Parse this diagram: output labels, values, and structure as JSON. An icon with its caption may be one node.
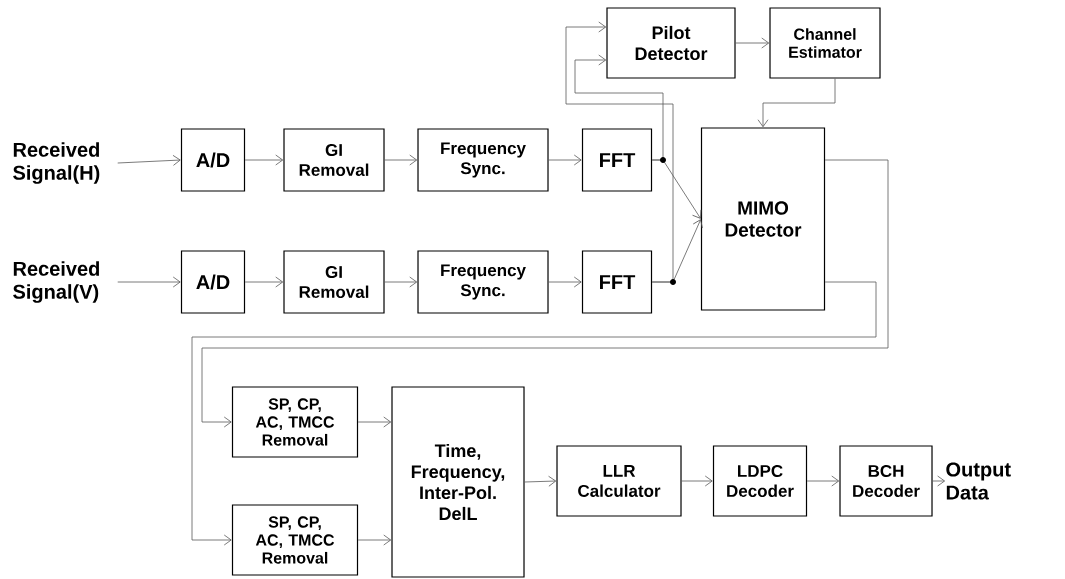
{
  "diagram": {
    "nodes": [
      {
        "text": [
          "Received Signal(H)"
        ]
      },
      {
        "text": [
          "A/D"
        ]
      },
      {
        "text": [
          "GI Removal"
        ]
      },
      {
        "text": [
          "Frequency Sync."
        ]
      },
      {
        "text": [
          "FFT"
        ]
      },
      {
        "text": [
          "Received Signal(V)"
        ]
      },
      {
        "text": [
          "A/D"
        ]
      },
      {
        "text": [
          "GI Removal"
        ]
      },
      {
        "text": [
          "Frequency Sync."
        ]
      },
      {
        "text": [
          "FFT"
        ]
      },
      {
        "text": [
          "Pilot Detector"
        ]
      },
      {
        "text": [
          "Channel Estimator"
        ]
      },
      {
        "text": [
          "MIMO Detector"
        ]
      },
      {
        "text": [
          "SP, CP, AC, TMCC Removal"
        ]
      },
      {
        "text": [
          "SP, CP, AC, TMCC Removal"
        ]
      },
      {
        "text": [
          "Time, Frequency, Inter-Pol. DelL"
        ]
      },
      {
        "text": [
          "LLR Calculator"
        ]
      },
      {
        "text": [
          "LDPC Decoder"
        ]
      },
      {
        "text": [
          "BCH Decoder"
        ]
      },
      {
        "text": [
          "Output Data"
        ]
      }
    ],
    "edges": [
      {
        "from": 0,
        "to": 1,
        "arrow": "to"
      },
      {
        "from": 1,
        "to": 2,
        "arrow": "to"
      },
      {
        "from": 2,
        "to": 3,
        "arrow": "to"
      },
      {
        "from": 3,
        "to": 4,
        "arrow": "to"
      },
      {
        "from": 4,
        "to": 12,
        "arrow": "to"
      },
      {
        "from": 4,
        "to": 10,
        "arrow": "to"
      },
      {
        "from": 5,
        "to": 6,
        "arrow": "to"
      },
      {
        "from": 6,
        "to": 7,
        "arrow": "to"
      },
      {
        "from": 7,
        "to": 8,
        "arrow": "to"
      },
      {
        "from": 8,
        "to": 9,
        "arrow": "to"
      },
      {
        "from": 9,
        "to": 12,
        "arrow": "to"
      },
      {
        "from": 9,
        "to": 10,
        "arrow": "to"
      },
      {
        "from": 10,
        "to": 11,
        "arrow": "to"
      },
      {
        "from": 11,
        "to": 12,
        "arrow": "to"
      },
      {
        "from": 12,
        "to": 13,
        "arrow": "to"
      },
      {
        "from": 12,
        "to": 14,
        "arrow": "to"
      },
      {
        "from": 13,
        "to": 15,
        "arrow": "to"
      },
      {
        "from": 14,
        "to": 15,
        "arrow": "to"
      },
      {
        "from": 15,
        "to": 16,
        "arrow": "to"
      },
      {
        "from": 16,
        "to": 17,
        "arrow": "to"
      },
      {
        "from": 17,
        "to": 18,
        "arrow": "to"
      },
      {
        "from": 18,
        "to": 19,
        "arrow": "to"
      }
    ]
  }
}
